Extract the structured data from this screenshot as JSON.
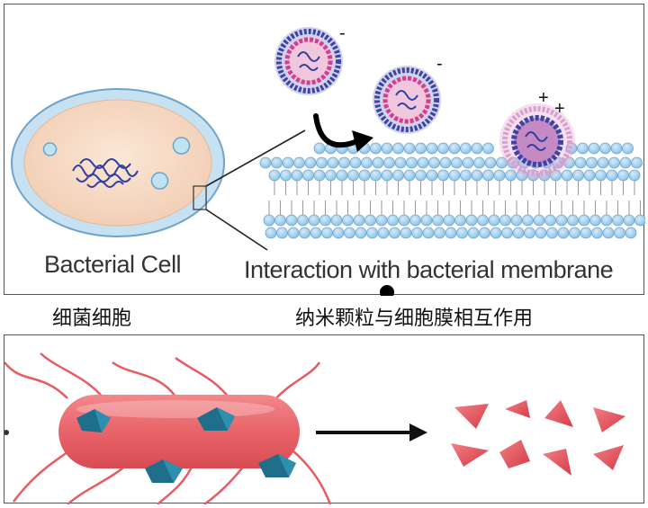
{
  "top_panel": {
    "cell_label": "Bacterial Cell",
    "membrane_label": "Interaction with bacterial membrane",
    "charge_labels": [
      "-",
      "-",
      "+",
      "+"
    ]
  },
  "captions": {
    "left": "细菌细胞",
    "right": "纳米颗粒与细胞膜相互作用"
  },
  "colors": {
    "cell_wall": "#bcd9ec",
    "cytoplasm": "#f7dcc6",
    "membrane_head": "#a9d2ef",
    "nanoparticle_outer": "#4a4fb0",
    "nanoparticle_inner": "#d63d8f",
    "bacterium_body": "#e45a5f",
    "fragment": "#e8505a",
    "tetrahedron": "#1f6f8a"
  }
}
